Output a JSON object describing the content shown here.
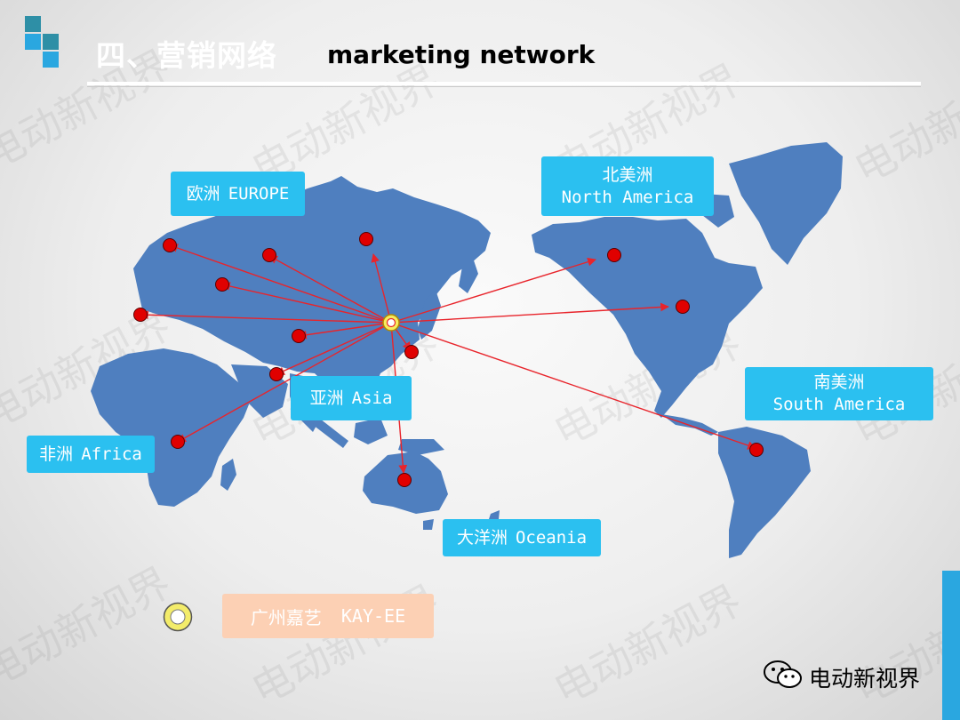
{
  "header": {
    "title_zh": "四、营销网络",
    "title_en": "marketing network"
  },
  "colors": {
    "accent_teal": "#2e8fa6",
    "accent_blue": "#2aa7e0",
    "continent": "#4f7fbf",
    "label_bg": "#2bc0f0",
    "label_en_text": "#4233b5",
    "route_line": "#e8242b",
    "marker": "#e00000",
    "legend_bg": "#fcd0b4"
  },
  "regions": {
    "europe": {
      "zh": "欧洲",
      "en": "EUROPE"
    },
    "north_america": {
      "zh": "北美洲",
      "en": "North America"
    },
    "asia": {
      "zh": "亚洲",
      "en": "Asia"
    },
    "africa": {
      "zh": "非洲",
      "en": "Africa"
    },
    "south_america": {
      "zh": "南美洲",
      "en": "South America"
    },
    "oceania": {
      "zh": "大洋洲",
      "en": "Oceania"
    }
  },
  "legend": {
    "hq_zh": "广州嘉艺",
    "hq_en": "KAY-EE",
    "hq_icon": "hq-ring-marker"
  },
  "watermark": "电动新视界",
  "credit": {
    "icon": "wechat-icon",
    "text": "电动新视界"
  }
}
